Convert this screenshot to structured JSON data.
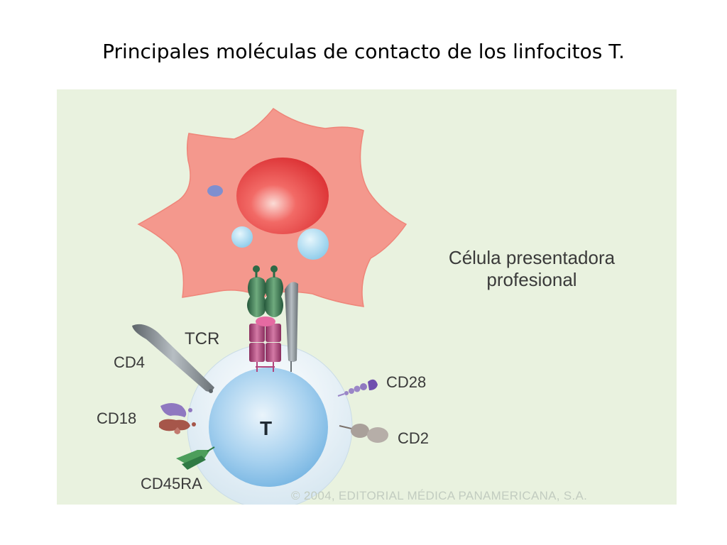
{
  "slide": {
    "title": "Principales moléculas de contacto de los linfocitos T."
  },
  "figure": {
    "apc_label_line1": "Célula presentadora",
    "apc_label_line2": "profesional",
    "t_cell_label": "T",
    "labels": {
      "tcr": "TCR",
      "cd4": "CD4",
      "cd28": "CD28",
      "cd18": "CD18",
      "cd2": "CD2",
      "cd45ra": "CD45RA"
    },
    "copyright": "© 2004, EDITORIAL MÉDICA PANAMERICANA, S.A."
  },
  "colors": {
    "background_panel": "#e9f2df",
    "apc_cell": "#f4978c",
    "nucleus": "#e93a3a",
    "t_cell_outer": "#e6f0f6",
    "t_cell_nucleus": "#8cc2ea",
    "tcr": "#b1457d",
    "mhc": "#3f7d52"
  }
}
